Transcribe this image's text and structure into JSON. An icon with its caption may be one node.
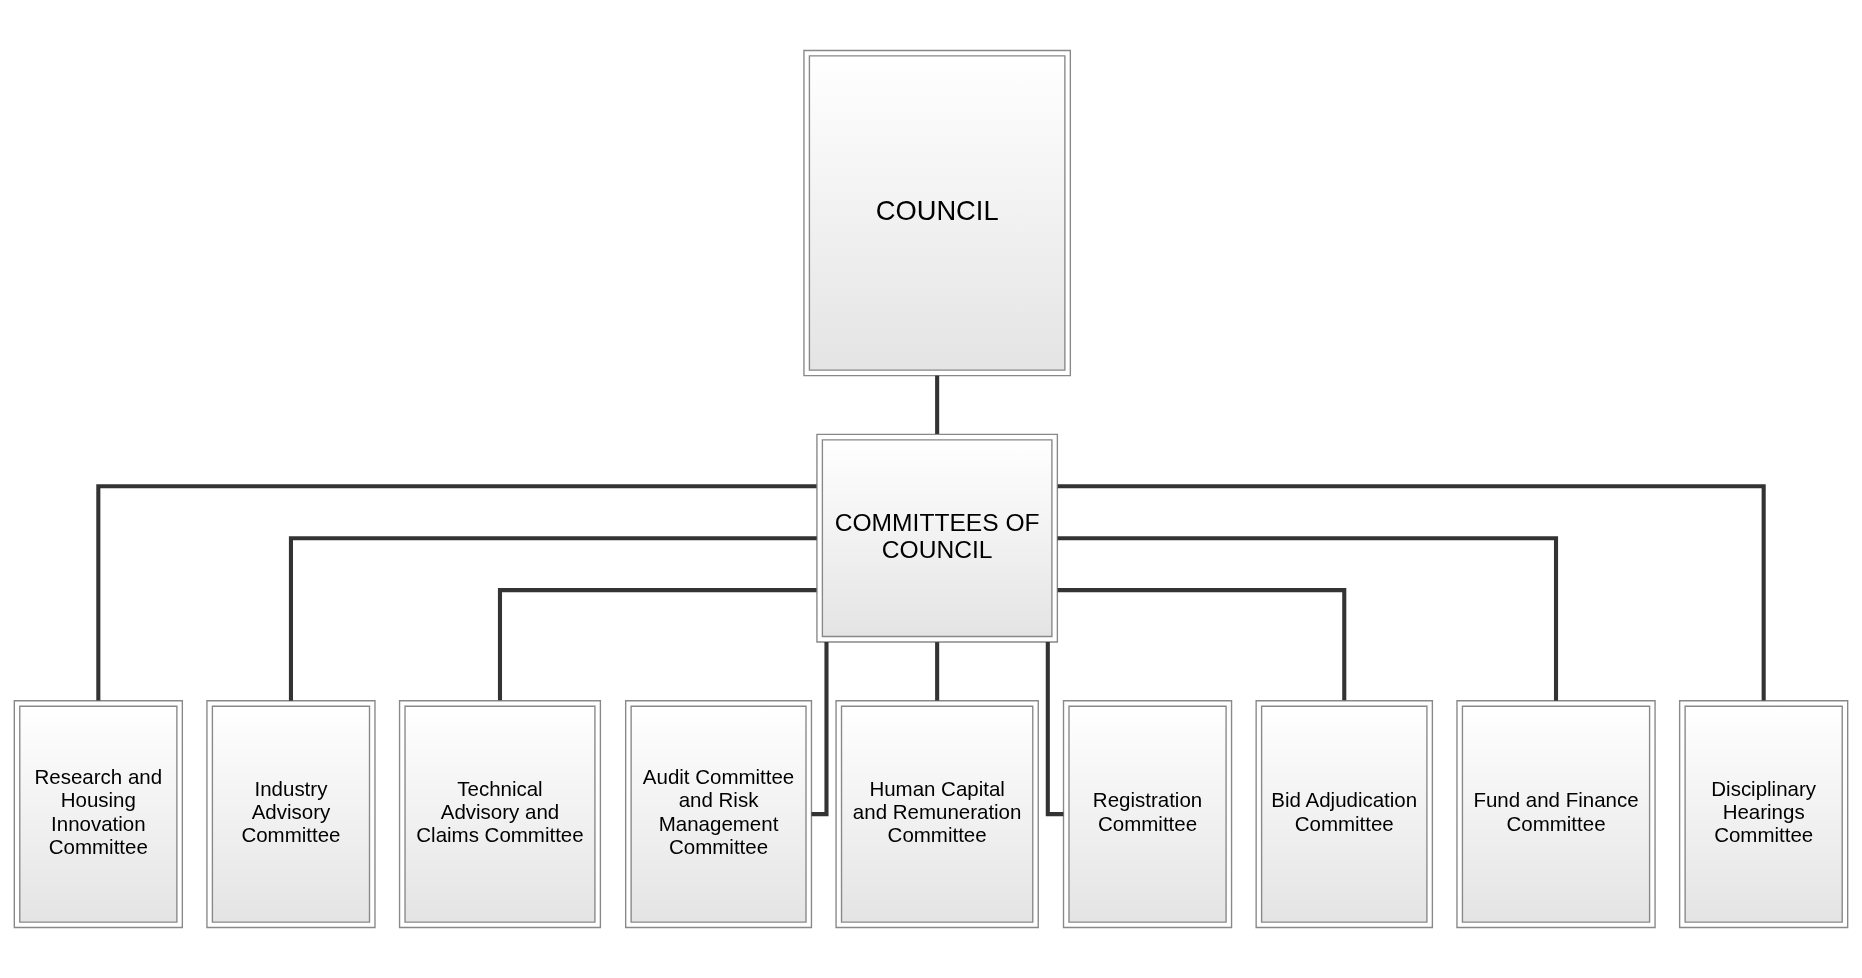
{
  "diagram": {
    "nodes": [
      {
        "text": [
          "COUNCIL"
        ]
      },
      {
        "text": [
          "COMMITTEES OF COUNCIL"
        ]
      },
      {
        "text": [
          "Research and Housing Innovation Committee"
        ]
      },
      {
        "text": [
          "Industry Advisory Committee"
        ]
      },
      {
        "text": [
          "Technical Advisory and Claims Committee"
        ]
      },
      {
        "text": [
          "Audit Committee and Risk Management Committee"
        ]
      },
      {
        "text": [
          "Human Capital and Remuneration Committee"
        ]
      },
      {
        "text": [
          "Registration Committee"
        ]
      },
      {
        "text": [
          "Bid Adjudication Committee"
        ]
      },
      {
        "text": [
          "Fund and Finance Committee"
        ]
      },
      {
        "text": [
          "Disciplinary Hearings Committee"
        ]
      }
    ],
    "edges": [
      {
        "from": 0,
        "to": 1,
        "arrow": "none"
      },
      {
        "from": 1,
        "to": 2,
        "arrow": "none"
      },
      {
        "from": 1,
        "to": 3,
        "arrow": "none"
      },
      {
        "from": 1,
        "to": 4,
        "arrow": "none"
      },
      {
        "from": 1,
        "to": 5,
        "arrow": "none"
      },
      {
        "from": 1,
        "to": 6,
        "arrow": "none"
      },
      {
        "from": 1,
        "to": 7,
        "arrow": "none"
      },
      {
        "from": 1,
        "to": 8,
        "arrow": "none"
      },
      {
        "from": 1,
        "to": 9,
        "arrow": "none"
      },
      {
        "from": 1,
        "to": 10,
        "arrow": "none"
      }
    ]
  }
}
